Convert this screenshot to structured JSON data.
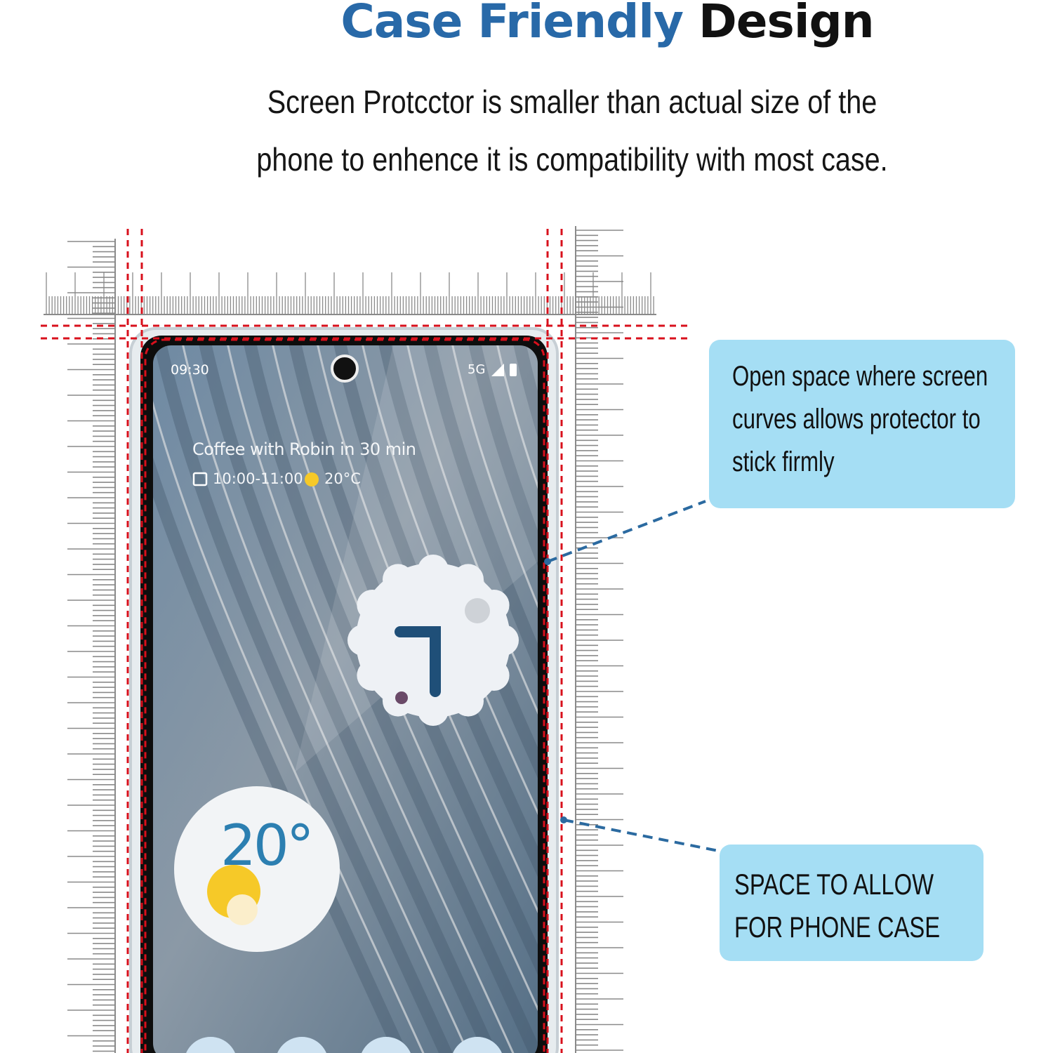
{
  "header": {
    "title_part1": "Case Friendly",
    "title_part2": "Design",
    "subtitle": "Screen Protcctor is smaller than actual size of the phone to enhence it is compatibility with most case."
  },
  "callouts": {
    "open_space": "Open space where screen curves allows protector to stick firmly",
    "case_space": "SPACE TO ALLOW FOR PHONE CASE"
  },
  "phone": {
    "status_time": "09:30",
    "status_network": "5G",
    "event_title": "Coffee with Robin in 30 min",
    "event_time": "10:00-11:00",
    "event_temperature": "20°C",
    "clock_hour": "7",
    "weather_temperature": "20°"
  },
  "colors": {
    "title_blue": "#2869a8",
    "callout_fill": "#a5def4",
    "leader_line": "#2b6aa0",
    "guide_red": "#d8101c"
  },
  "icons": [
    "camera-hole-icon",
    "signal-icon",
    "battery-icon",
    "calendar-icon",
    "sun-icon",
    "weather-sun-icon",
    "clock-widget-icon"
  ]
}
